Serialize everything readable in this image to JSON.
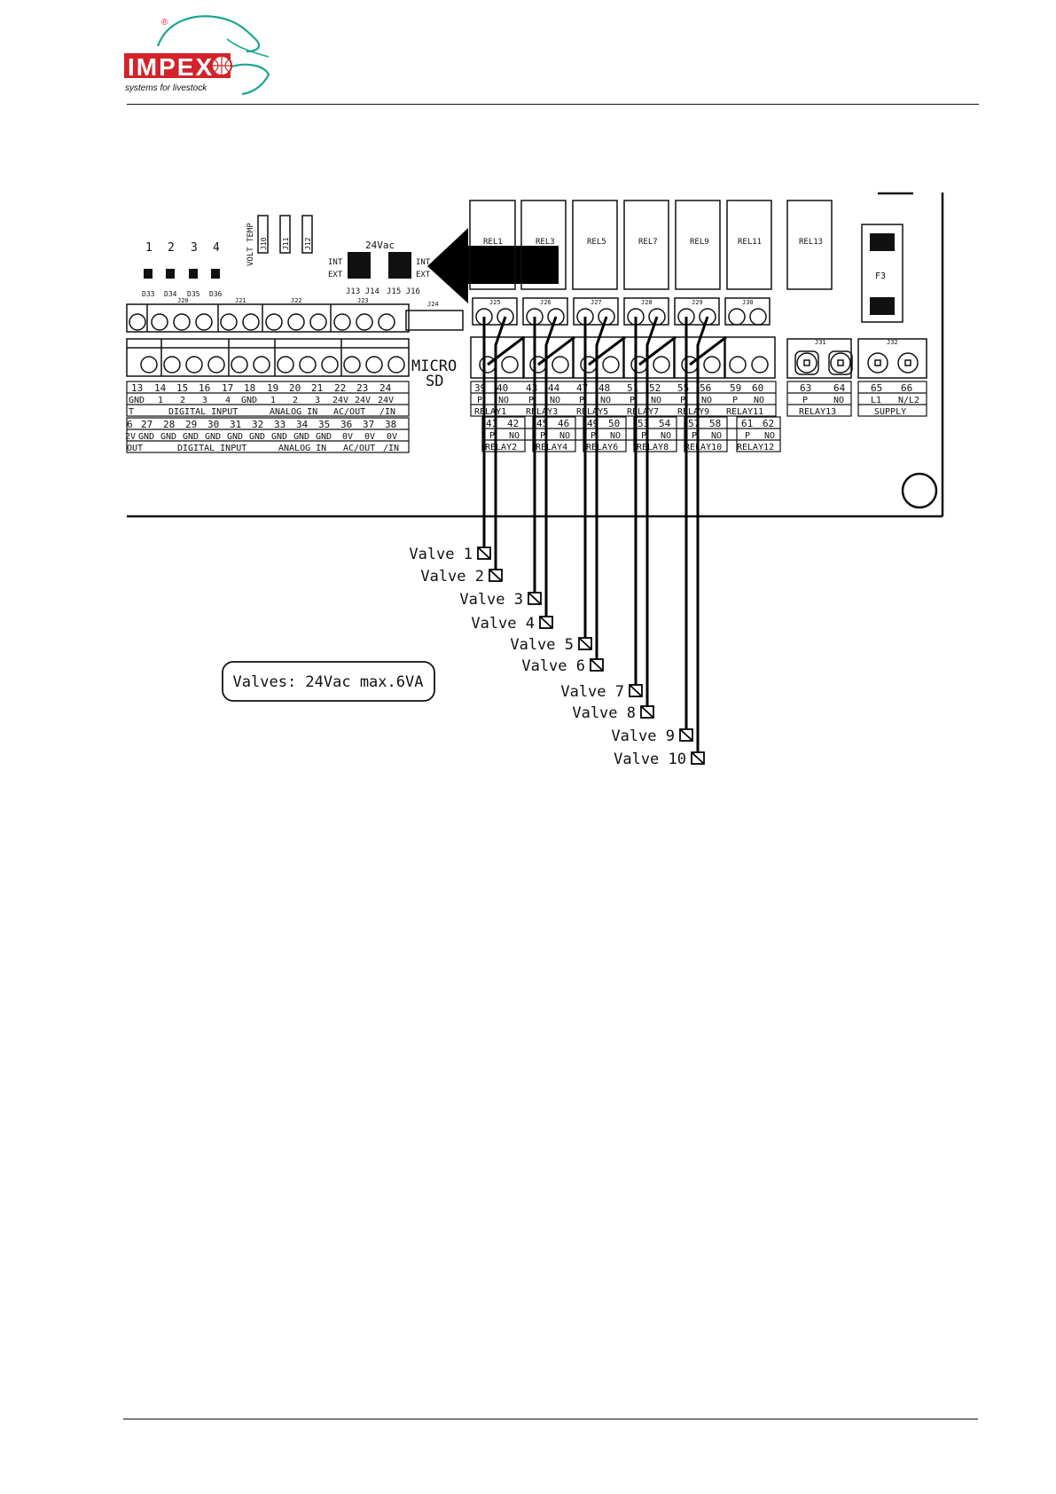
{
  "logo": {
    "brand": "IMPEX",
    "tagline": "systems for livestock",
    "registered": "®",
    "colors": {
      "brand_red": "#d2232a",
      "accent_teal": "#1aa68f"
    }
  },
  "board": {
    "top_indices": [
      "1",
      "2",
      "3",
      "4"
    ],
    "led_labels": [
      "D33",
      "D34",
      "D35",
      "D36"
    ],
    "vertical_labels": [
      "VOLT TEMP",
      "J10",
      "J11",
      "J12"
    ],
    "jumper_voltage": "24Vac",
    "jumper_int": "INT",
    "jumper_ext": "EXT",
    "jumper_names": [
      "J13 J14",
      "J15 J16"
    ],
    "header_labels": [
      "J20",
      "J21",
      "J22",
      "J23",
      "J24"
    ],
    "connector_labels": [
      "J25",
      "J26",
      "J27",
      "J28",
      "J29",
      "J30",
      "J31",
      "J32"
    ],
    "relay_boxes": [
      "REL1",
      "REL3",
      "REL5",
      "REL7",
      "REL9",
      "REL11",
      "REL13"
    ],
    "fuse_label": "F3",
    "micro_sd": [
      "MICRO",
      "SD"
    ],
    "top_terminal_numbers": [
      "13",
      "14",
      "15",
      "16",
      "17",
      "18",
      "19",
      "20",
      "21",
      "22",
      "23",
      "24"
    ],
    "top_terminal_functions": [
      "GND",
      "1",
      "2",
      "3",
      "4",
      "GND",
      "1",
      "2",
      "3",
      "24V",
      "24V",
      "24V"
    ],
    "top_terminal_groups": [
      "T",
      "DIGITAL INPUT",
      "ANALOG IN",
      "AC/OUT",
      "/IN"
    ],
    "bottom_terminal_numbers": [
      "6",
      "27",
      "28",
      "29",
      "30",
      "31",
      "32",
      "33",
      "34",
      "35",
      "36",
      "37",
      "38"
    ],
    "bottom_terminal_functions": [
      "2V",
      "GND",
      "GND",
      "GND",
      "GND",
      "GND",
      "GND",
      "GND",
      "GND",
      "GND",
      "0V",
      "0V",
      "0V"
    ],
    "bottom_terminal_groups": [
      "OUT",
      "DIGITAL INPUT",
      "ANALOG IN",
      "AC/OUT",
      "/IN"
    ],
    "relay_top_row": [
      {
        "nums": [
          "39",
          "40"
        ],
        "pins": [
          "P",
          "NO"
        ],
        "name": "RELAY1"
      },
      {
        "nums": [
          "43",
          "44"
        ],
        "pins": [
          "P",
          "NO"
        ],
        "name": "RELAY3"
      },
      {
        "nums": [
          "47",
          "48"
        ],
        "pins": [
          "P",
          "NO"
        ],
        "name": "RELAY5"
      },
      {
        "nums": [
          "51",
          "52"
        ],
        "pins": [
          "P",
          "NO"
        ],
        "name": "RELAY7"
      },
      {
        "nums": [
          "55",
          "56"
        ],
        "pins": [
          "P",
          "NO"
        ],
        "name": "RELAY9"
      },
      {
        "nums": [
          "59",
          "60"
        ],
        "pins": [
          "P",
          "NO"
        ],
        "name": "RELAY11"
      },
      {
        "nums": [
          "63",
          "64"
        ],
        "pins": [
          "P",
          "NO"
        ],
        "name": "RELAY13"
      },
      {
        "nums": [
          "65",
          "66"
        ],
        "pins": [
          "L1",
          "N/L2"
        ],
        "name": "SUPPLY"
      }
    ],
    "relay_bottom_row": [
      {
        "nums": [
          "41",
          "42"
        ],
        "pins": [
          "P",
          "NO"
        ],
        "name": "RELAY2"
      },
      {
        "nums": [
          "45",
          "46"
        ],
        "pins": [
          "P",
          "NO"
        ],
        "name": "RELAY4"
      },
      {
        "nums": [
          "49",
          "50"
        ],
        "pins": [
          "P",
          "NO"
        ],
        "name": "RELAY6"
      },
      {
        "nums": [
          "53",
          "54"
        ],
        "pins": [
          "P",
          "NO"
        ],
        "name": "RELAY8"
      },
      {
        "nums": [
          "57",
          "58"
        ],
        "pins": [
          "P",
          "NO"
        ],
        "name": "RELAY10"
      },
      {
        "nums": [
          "61",
          "62"
        ],
        "pins": [
          "P",
          "NO"
        ],
        "name": "RELAY12"
      }
    ],
    "valves": [
      "Valve 1",
      "Valve 2",
      "Valve 3",
      "Valve 4",
      "Valve 5",
      "Valve 6",
      "Valve 7",
      "Valve 8",
      "Valve 9",
      "Valve 10"
    ],
    "note": "Valves: 24Vac max.6VA"
  }
}
